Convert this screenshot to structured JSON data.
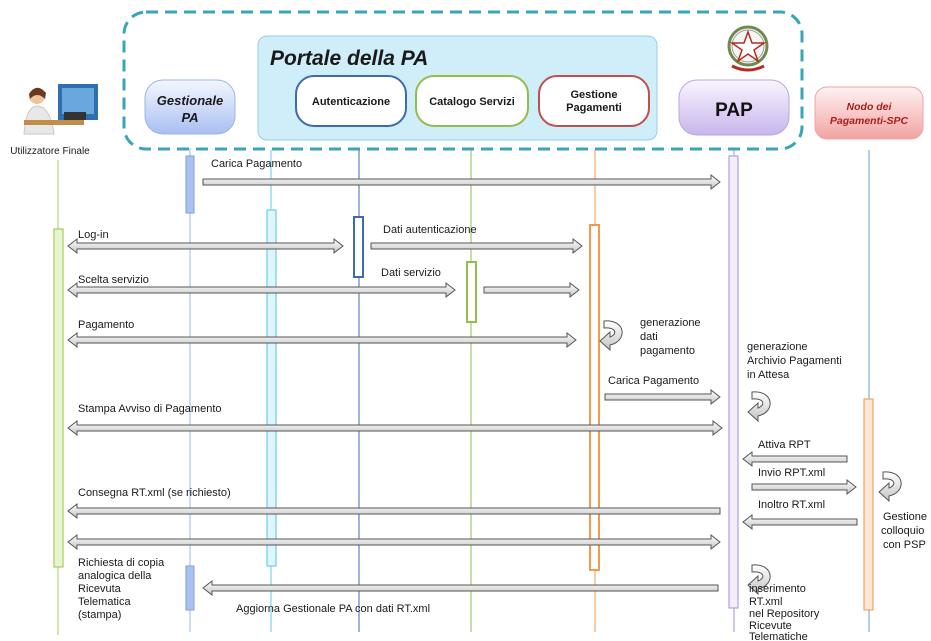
{
  "portal": {
    "title": "Portale della PA"
  },
  "actors": {
    "user": "Utilizzatore Finale",
    "gestionale": [
      "Gestionale",
      "PA"
    ],
    "pap": "PAP",
    "nodo": [
      "Nodo dei",
      "Pagamenti-SPC"
    ]
  },
  "modules": {
    "auth": "Autenticazione",
    "catalog": "Catalogo Servizi",
    "payments": [
      "Gestione",
      "Pagamenti"
    ]
  },
  "messages": {
    "carica1": "Carica Pagamento",
    "login": "Log-in",
    "dati_auth": "Dati autenticazione",
    "scelta": "Scelta servizio",
    "dati_servizio": "Dati servizio",
    "pagamento": "Pagamento",
    "carica2": "Carica Pagamento",
    "stampa": "Stampa Avviso di Pagamento",
    "attiva": "Attiva RPT",
    "invio": "Invio RPT.xml",
    "consegna": "Consegna RT.xml (se richiesto)",
    "inoltro": "Inoltro RT.xml",
    "aggiorna": "Aggiorna Gestionale PA con dati RT.xml"
  },
  "notes": {
    "gen_dati": [
      "generazione",
      "dati",
      "pagamento"
    ],
    "gen_archivio": [
      "generazione",
      "Archivio Pagamenti",
      "in Attesa"
    ],
    "gestione_psp": [
      "Gestione",
      "colloquio",
      "con PSP"
    ],
    "richiesta_copia": [
      "Richiesta di copia",
      "analogica della",
      "Ricevuta",
      "Telematica",
      "(stampa)"
    ],
    "inserimento": [
      "inserimento",
      "RT.xml",
      "nel Repository",
      "Ricevute",
      "Telematiche"
    ]
  }
}
